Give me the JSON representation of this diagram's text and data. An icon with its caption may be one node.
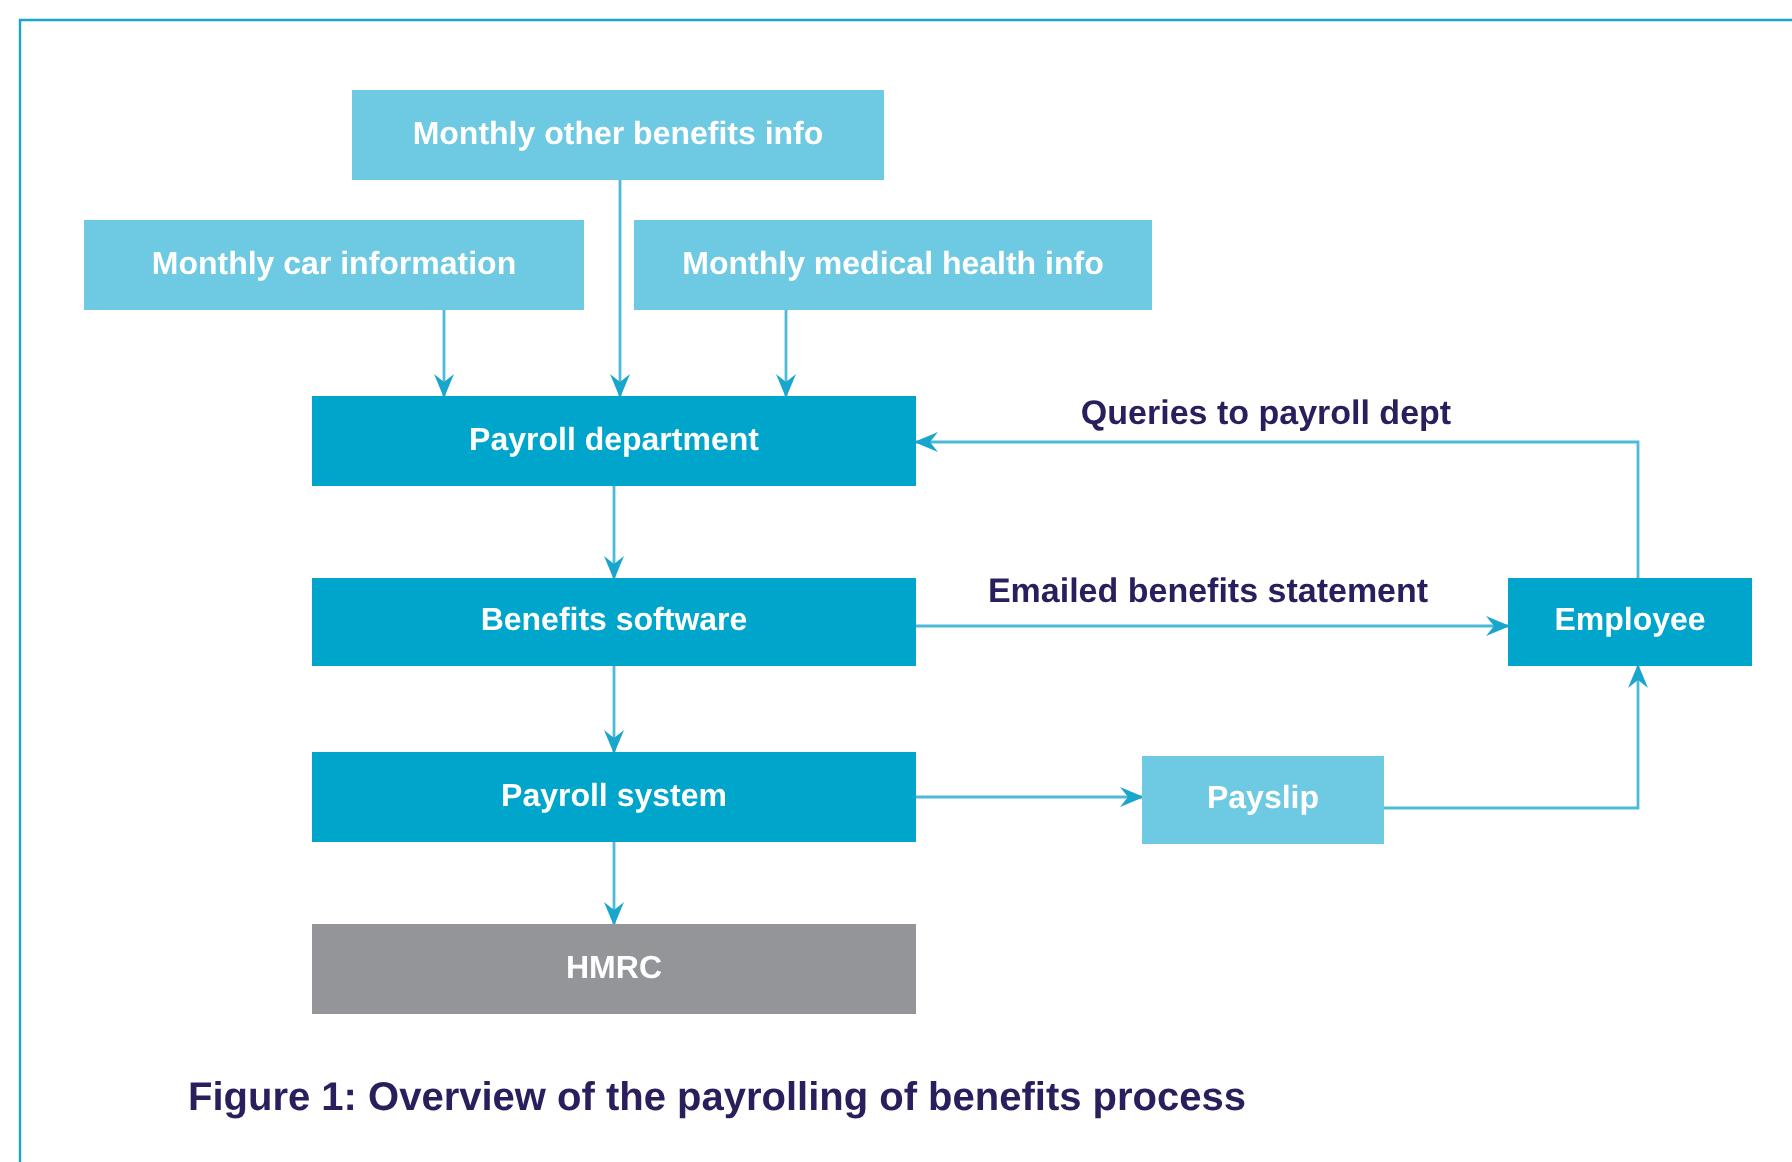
{
  "diagram": {
    "caption": "Figure 1: Overview of the payrolling of benefits process",
    "nodes": [
      {
        "text": [
          "Monthly other benefits info"
        ]
      },
      {
        "text": [
          "Monthly car information"
        ]
      },
      {
        "text": [
          "Monthly medical health info"
        ]
      },
      {
        "text": [
          "Payroll department"
        ]
      },
      {
        "text": [
          "Benefits software"
        ]
      },
      {
        "text": [
          "Employee"
        ]
      },
      {
        "text": [
          "Payroll system"
        ]
      },
      {
        "text": [
          "Payslip"
        ]
      },
      {
        "text": [
          "HMRC"
        ]
      }
    ],
    "edges": [
      {
        "from": 1,
        "to": 3,
        "arrow": "to"
      },
      {
        "from": 0,
        "to": 3,
        "arrow": "to"
      },
      {
        "from": 2,
        "to": 3,
        "arrow": "to"
      },
      {
        "from": 5,
        "to": 3,
        "arrow": "to",
        "label": "Queries to payroll dept"
      },
      {
        "from": 3,
        "to": 4,
        "arrow": "to"
      },
      {
        "from": 4,
        "to": 5,
        "arrow": "to",
        "label": "Emailed benefits statement"
      },
      {
        "from": 4,
        "to": 6,
        "arrow": "to"
      },
      {
        "from": 6,
        "to": 7,
        "arrow": "to"
      },
      {
        "from": 7,
        "to": 5,
        "arrow": "to"
      },
      {
        "from": 6,
        "to": 8,
        "arrow": "to"
      }
    ]
  }
}
